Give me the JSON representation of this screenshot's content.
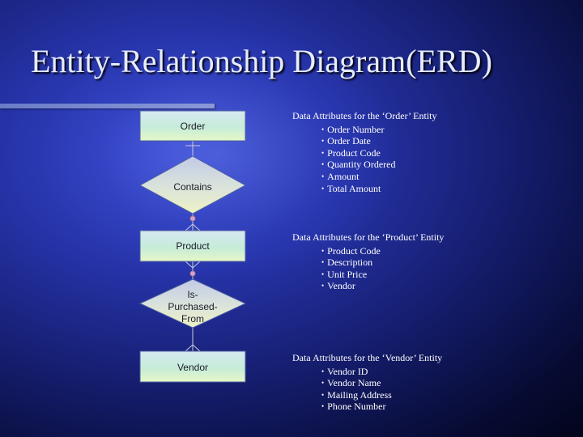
{
  "title": "Entity-Relationship Diagram(ERD)",
  "diagram": {
    "entities": [
      {
        "id": "order",
        "label": "Order"
      },
      {
        "id": "product",
        "label": "Product"
      },
      {
        "id": "vendor",
        "label": "Vendor"
      }
    ],
    "relationships": [
      {
        "id": "contains",
        "label_lines": [
          "Contains"
        ]
      },
      {
        "id": "is-purchased-from",
        "label_lines": [
          "Is-",
          "Purchased-",
          "From"
        ]
      }
    ]
  },
  "attribute_blocks": [
    {
      "heading": "Data Attributes for the ‘Order’ Entity",
      "items": [
        "Order Number",
        "Order Date",
        "Product Code",
        "Quantity Ordered",
        "Amount",
        "Total Amount"
      ]
    },
    {
      "heading": "Data Attributes for the ‘Product’ Entity",
      "items": [
        "Product Code",
        "Description",
        "Unit Price",
        "Vendor"
      ]
    },
    {
      "heading": "Data Attributes for the ‘Vendor’ Entity",
      "items": [
        "Vendor ID",
        "Vendor Name",
        "Mailing Address",
        "Phone Number"
      ]
    }
  ]
}
